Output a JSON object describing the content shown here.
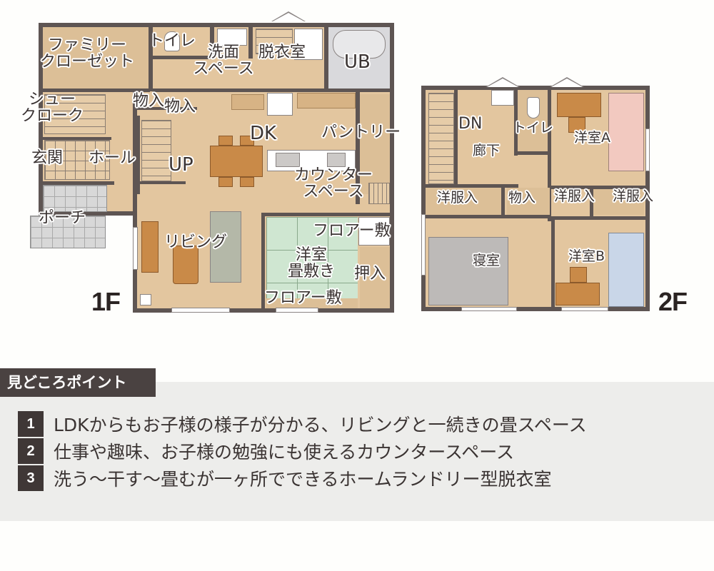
{
  "floor_1": {
    "tag": "1F",
    "rooms": {
      "family_closet_line1": "ファミリー",
      "family_closet_line2": "クローゼット",
      "toilet": "トイレ",
      "washroom_line1": "洗面",
      "washroom_line2": "スペース",
      "dressing_room": "脱衣室",
      "unit_bath": "UB",
      "shoe_cloak_line1": "シュー",
      "shoe_cloak_line2": "クローク",
      "storage_a": "物入",
      "storage_b": "物入",
      "entrance": "玄関",
      "hall": "ホール",
      "stairs_up": "UP",
      "dk": "DK",
      "pantry": "パントリー",
      "counter_line1": "カウンター",
      "counter_line2": "スペース",
      "porch": "ポーチ",
      "living": "リビング",
      "flooring_top": "フロアー敷",
      "western_room_line1": "洋室",
      "western_room_line2": "畳敷き",
      "closet": "押入",
      "flooring_bottom": "フロアー敷"
    }
  },
  "floor_2": {
    "tag": "2F",
    "rooms": {
      "stairs_down": "DN",
      "hallway": "廊下",
      "toilet": "トイレ",
      "room_a": "洋室A",
      "closet_left": "洋服入",
      "storage": "物入",
      "closet_mid": "洋服入",
      "closet_right": "洋服入",
      "bedroom": "寝室",
      "room_b": "洋室B"
    }
  },
  "points": {
    "title": "見どころポイント",
    "items": [
      {
        "num": "1",
        "text": "LDKからもお子様の様子が分かる、リビングと一続きの畳スペース"
      },
      {
        "num": "2",
        "text": "仕事や趣味、お子様の勉強にも使えるカウンタースペース"
      },
      {
        "num": "3",
        "text": "洗う〜干す〜畳むが一ヶ所でできるホームランドリー型脱衣室"
      }
    ]
  },
  "colors": {
    "floor": "#e3c69f",
    "wall": "#5e5553",
    "tatami": "#cfe6d1",
    "bed_a": "#f2c9c0",
    "bed_b": "#c9d6e8",
    "furniture": "#c98a48",
    "panel": "#ededeb",
    "tab": "#4a4241"
  }
}
